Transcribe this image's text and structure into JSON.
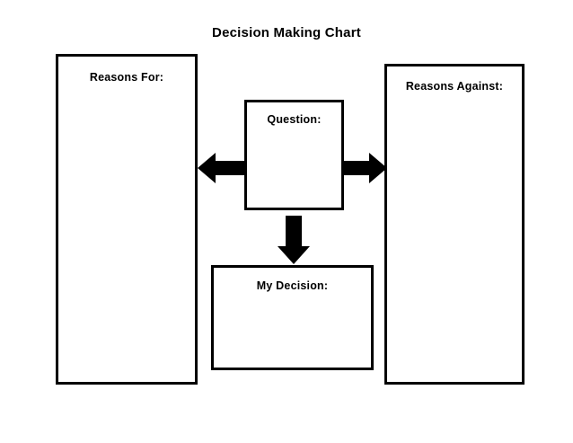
{
  "page": {
    "title": "Decision Making Chart",
    "background_color": "#ffffff",
    "line_color": "#000000",
    "text_color": "#000000"
  },
  "boxes": {
    "reasons_for": {
      "label": "Reasons For:",
      "content": ""
    },
    "reasons_against": {
      "label": "Reasons Against:",
      "content": ""
    },
    "question": {
      "label": "Question:",
      "content": ""
    },
    "decision": {
      "label": "My Decision:",
      "content": ""
    }
  },
  "arrows": [
    {
      "name": "arrow-left",
      "direction": "left",
      "from": "question",
      "to": "reasons_for"
    },
    {
      "name": "arrow-right",
      "direction": "right",
      "from": "question",
      "to": "reasons_against"
    },
    {
      "name": "arrow-down",
      "direction": "down",
      "from": "question",
      "to": "decision"
    }
  ]
}
